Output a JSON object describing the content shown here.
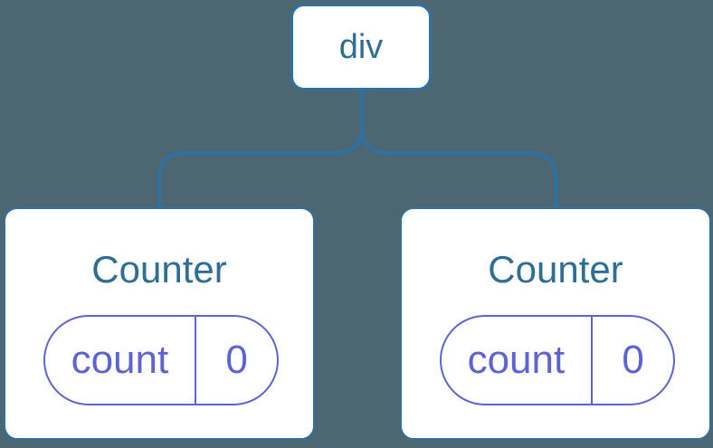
{
  "colors": {
    "background": "#4c6772",
    "connector": "#2f71a2",
    "node_border": "#2f71a2",
    "node_text": "#2e6d96",
    "state_accent": "#5e63d3",
    "card_background": "#ffffff"
  },
  "tree": {
    "root": {
      "label": "div"
    },
    "children": [
      {
        "title": "Counter",
        "state": {
          "key": "count",
          "value": "0"
        }
      },
      {
        "title": "Counter",
        "state": {
          "key": "count",
          "value": "0"
        }
      }
    ]
  }
}
